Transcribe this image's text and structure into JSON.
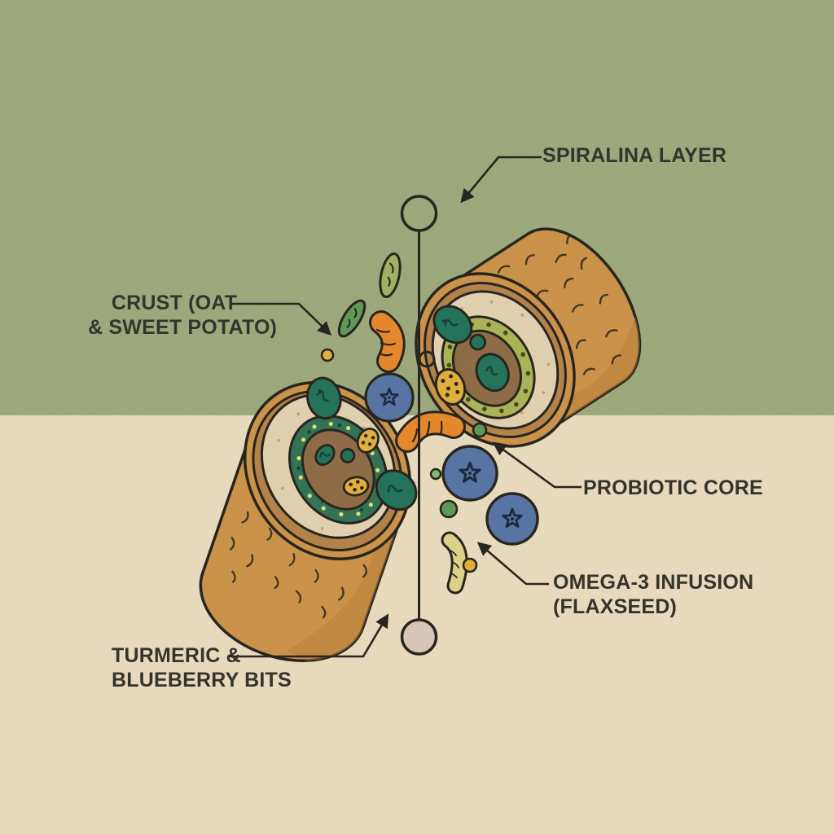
{
  "diagram": {
    "subject": "exploded-view",
    "labels": {
      "spirulina": "SPIRALINA LAYER",
      "crust_line1": "CRUST (OAT",
      "crust_line2": "& SWEET POTATO)",
      "probiotic": "PROBIOTIC CORE",
      "omega3_line1": "OMEGA-3 INFUSION",
      "omega3_line2": "(FLAXSEED)",
      "turmeric_line1": "TURMERIC &",
      "turmeric_line2": "BLUEBERRY BITS"
    },
    "palette": {
      "bg_top": "#a5b283",
      "bg_bottom": "#f4e5c6",
      "outline": "#2a2820",
      "crust": "#d69a4e",
      "crust_shadow": "#c1863c",
      "band": "#bd8a4e",
      "cream": "#ecdbb8",
      "spirulina_upper": "#b4bd5c",
      "spirulina_lower": "#37795a",
      "speck_yellow": "#efe77a",
      "core_brown": "#95724b",
      "probiotic_teal": "#27795f",
      "teal_dark": "#14473a",
      "blueberry": "#5d7bac",
      "berry_star": "#1e2c43",
      "turmeric": "#f18f2f",
      "flax": "#edb83f",
      "pod_pale": "#e7de8f",
      "pod_olive": "#a9ba69",
      "pod_green": "#64a15c",
      "ring_dot": "#4c4e1e",
      "label_text": "#33342c",
      "axis_bottom_fill": "#e5d0c2"
    }
  }
}
